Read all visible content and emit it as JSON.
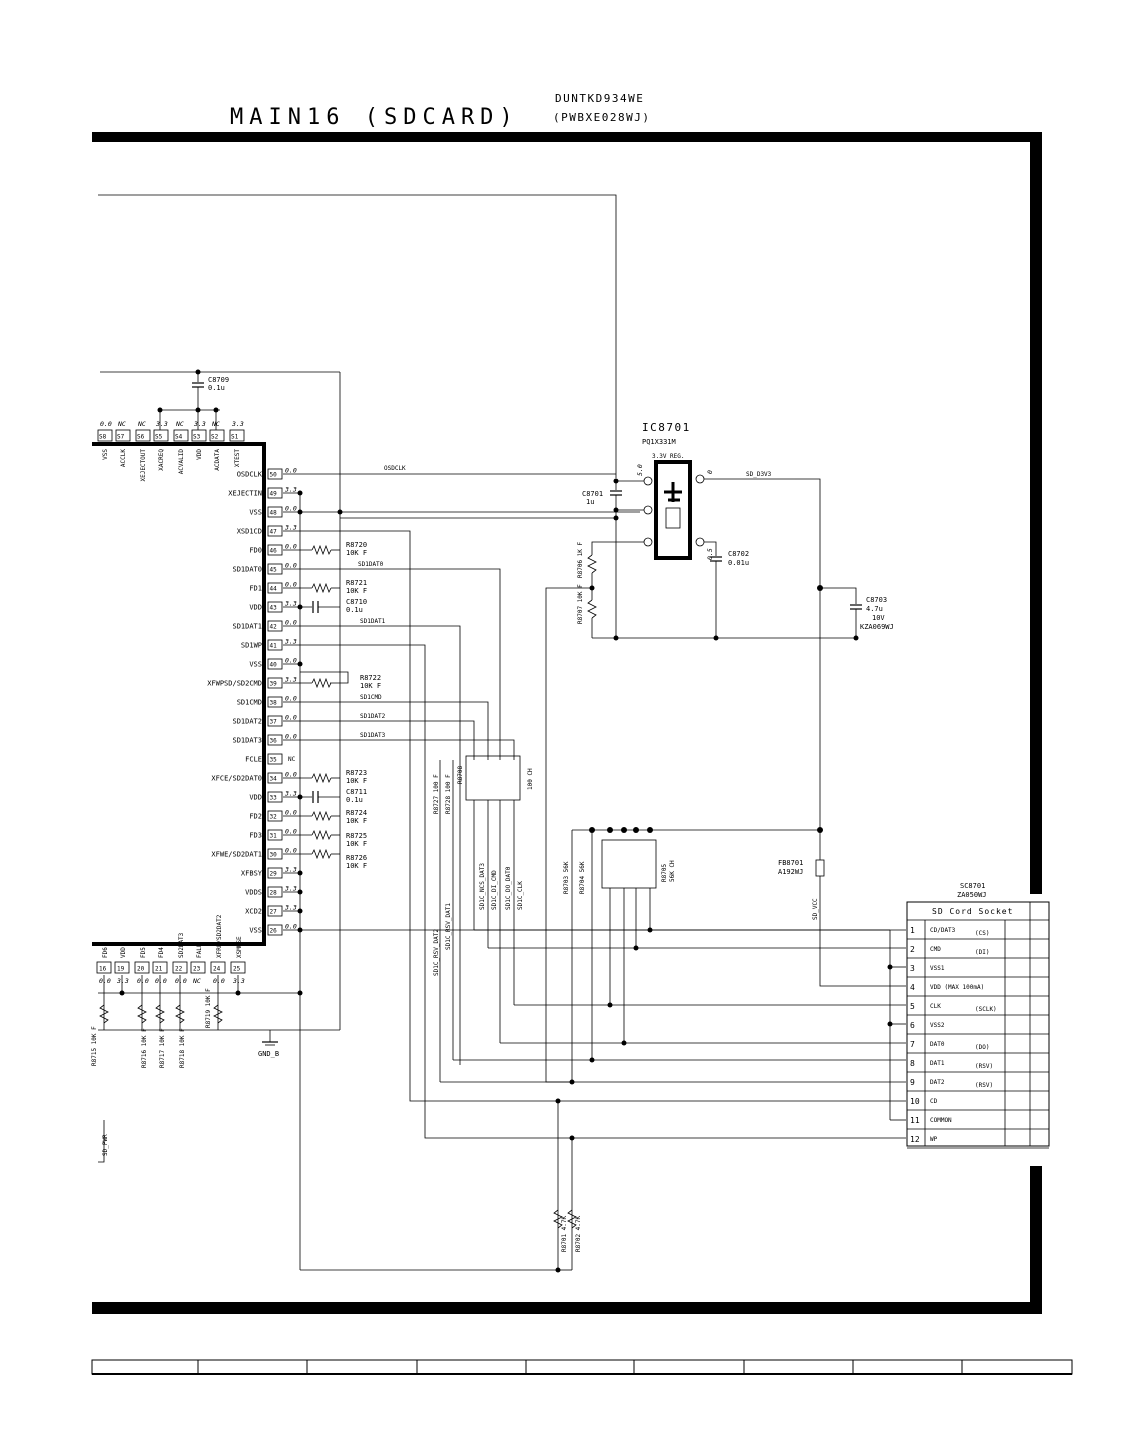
{
  "title": "MAIN16 (SDCARD)",
  "model": "DUNTKD934WE",
  "pwb": "(PWBXE028WJ)",
  "chip_right_pins": [
    {
      "num": "50",
      "name": "OSDCLK",
      "v": "0.0"
    },
    {
      "num": "49",
      "name": "XEJECTIN",
      "v": "3.3"
    },
    {
      "num": "48",
      "name": "VSS",
      "v": "0.0"
    },
    {
      "num": "47",
      "name": "XSD1CD",
      "v": "3.3"
    },
    {
      "num": "46",
      "name": "FD0",
      "v": "0.0"
    },
    {
      "num": "45",
      "name": "SD1DAT0",
      "v": "0.0"
    },
    {
      "num": "44",
      "name": "FD1",
      "v": "0.0"
    },
    {
      "num": "43",
      "name": "VDD",
      "v": "3.3"
    },
    {
      "num": "42",
      "name": "SD1DAT1",
      "v": "0.0"
    },
    {
      "num": "41",
      "name": "SD1WP",
      "v": "3.3"
    },
    {
      "num": "40",
      "name": "VSS",
      "v": "0.0"
    },
    {
      "num": "39",
      "name": "XFWPSD/SD2CMD",
      "v": "3.3"
    },
    {
      "num": "38",
      "name": "SD1CMD",
      "v": "0.0"
    },
    {
      "num": "37",
      "name": "SD1DAT2",
      "v": "0.0"
    },
    {
      "num": "36",
      "name": "SD1DAT3",
      "v": "0.0"
    },
    {
      "num": "35",
      "name": "FCLE",
      "v": "NC"
    },
    {
      "num": "34",
      "name": "XFCE/SD2DAT0",
      "v": "0.0"
    },
    {
      "num": "33",
      "name": "VDD",
      "v": "3.3"
    },
    {
      "num": "32",
      "name": "FD2",
      "v": "0.0"
    },
    {
      "num": "31",
      "name": "FD3",
      "v": "0.0"
    },
    {
      "num": "30",
      "name": "XFWE/SD2DAT1",
      "v": "0.0"
    },
    {
      "num": "29",
      "name": "XFBSY",
      "v": "3.3"
    },
    {
      "num": "28",
      "name": "VDDS",
      "v": "3.3"
    },
    {
      "num": "27",
      "name": "XCD2",
      "v": "3.3"
    },
    {
      "num": "26",
      "name": "VSS",
      "v": "0.0"
    }
  ],
  "chip_top_pins": [
    {
      "num": "S8",
      "name": "VSS"
    },
    {
      "num": "S7",
      "name": "ACCLK"
    },
    {
      "num": "S6",
      "name": "XEJECTOUT"
    },
    {
      "num": "S5",
      "name": "XACREQ"
    },
    {
      "num": "S4",
      "name": "ACVALID"
    },
    {
      "num": "S3",
      "name": "VDD"
    },
    {
      "num": "S2",
      "name": "ACDATA"
    },
    {
      "num": "S1",
      "name": "XTEST"
    }
  ],
  "chip_top_values": [
    "0.0",
    "NC",
    "NC",
    "3.3",
    "NC",
    "3.3",
    "NC",
    "3.3"
  ],
  "chip_bottom_pins": [
    {
      "num": "16",
      "name": "FD6"
    },
    {
      "num": "19",
      "name": "VDD"
    },
    {
      "num": "20",
      "name": "FD5"
    },
    {
      "num": "21",
      "name": "FD4"
    },
    {
      "num": "22",
      "name": "SD2DAT3"
    },
    {
      "num": "23",
      "name": "FALE"
    },
    {
      "num": "24",
      "name": "XFRE/SD2DAT2"
    },
    {
      "num": "25",
      "name": "XSMUSE"
    }
  ],
  "chip_bottom_values": [
    "0.0",
    "3.3",
    "0.0",
    "0.0",
    "0.0",
    "NC",
    "0.0",
    "3.3"
  ],
  "components": {
    "c8709": [
      "C8709",
      "0.1u"
    ],
    "r8720": [
      "R8720",
      "10K F"
    ],
    "r8721": [
      "R8721",
      "10K F"
    ],
    "c8710": [
      "C8710",
      "0.1u"
    ],
    "r8722": [
      "R8722",
      "10K F"
    ],
    "r8723": [
      "R8723",
      "10K F"
    ],
    "c8711": [
      "C8711",
      "0.1u"
    ],
    "r8724": [
      "R8724",
      "10K F"
    ],
    "r8725": [
      "R8725",
      "10K F"
    ],
    "r8726": [
      "R8726",
      "10K F"
    ],
    "r8715": "R8715 10K F",
    "r8716": "R8716 10K F",
    "r8717": "R8717 10K F",
    "r8718": "R8718 10K F",
    "r8719": "R8719 10K F",
    "gnd": "GND_B",
    "sd_pwr": "SD_PWR",
    "r8727": "R8727 100 F",
    "r8728": "R8728 100 F",
    "r8708": "R8708",
    "r8708_val": "100 CH",
    "r8703": "R8703 56K",
    "r8704": "R8704 56K",
    "r8705": "R8705",
    "r8705_val": "56K CH",
    "r8701": "R8701 4.7K",
    "r8702": "R8702 4.7K",
    "fb8701": [
      "FB8701",
      "A192WJ"
    ],
    "sd_vcc": "SD_VCC",
    "c8701": [
      "C8701",
      "1u"
    ],
    "c8702": [
      "C8702",
      "0.01u"
    ],
    "c8703": [
      "C8703",
      "4.7u",
      "10V",
      "KZA069WJ"
    ],
    "r8706": "R8706 1K F",
    "r8707": "R8707 10K F",
    "ic_name": "IC8701",
    "ic_part": "PQ1X331M",
    "ic_desc": "3.3V REG.",
    "ic_v_in": "5.0",
    "ic_v_out": "0.5",
    "ic_v_sd": "0"
  },
  "nets": {
    "osdclk": "OSDCLK",
    "sd1dat0": "SD1DAT0",
    "sd1dat1": "SD1DAT1",
    "sd1cmd": "SD1CMD",
    "sd1dat2": "SD1DAT2",
    "sd1dat3": "SD1DAT3",
    "sd_d3v3": "SD_D3V3",
    "nc": "NC",
    "v_sd1c_ncs": "SD1C_NCS_DAT3",
    "v_sd1c_di": "SD1C_DI_CMD",
    "v_sd1c_do": "SD1C_DO_DAT0",
    "v_sd1c_clk": "SD1C_CLK",
    "v_sd1c_rsv2": "SD1C_RSV_DAT2",
    "v_sd1c_rsv1": "SD1C_RSV_DAT1"
  },
  "socket": {
    "ref": "SC8701",
    "part": "ZA050WJ",
    "header": "SD Cord Socket",
    "rows": [
      {
        "num": "1",
        "name": "CD/DAT3",
        "note": "(CS)"
      },
      {
        "num": "2",
        "name": "CMD",
        "note": "(DI)"
      },
      {
        "num": "3",
        "name": "VSS1",
        "note": ""
      },
      {
        "num": "4",
        "name": "VDD (MAX 100mA)",
        "note": ""
      },
      {
        "num": "5",
        "name": "CLK",
        "note": "(SCLK)"
      },
      {
        "num": "6",
        "name": "VSS2",
        "note": ""
      },
      {
        "num": "7",
        "name": "DAT0",
        "note": "(DO)"
      },
      {
        "num": "8",
        "name": "DAT1",
        "note": "(RSV)"
      },
      {
        "num": "9",
        "name": "DAT2",
        "note": "(RSV)"
      },
      {
        "num": "10",
        "name": "CD",
        "note": ""
      },
      {
        "num": "11",
        "name": "COMMON",
        "note": ""
      },
      {
        "num": "12",
        "name": "WP",
        "note": ""
      }
    ]
  }
}
